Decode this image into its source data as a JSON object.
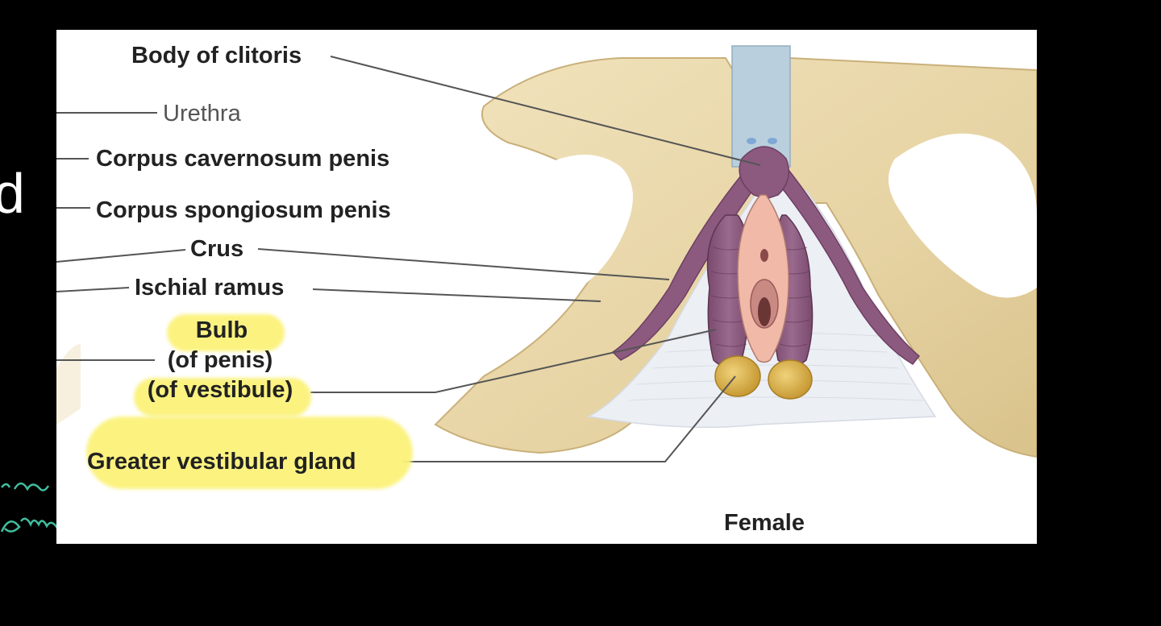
{
  "labels": {
    "body_of_clitoris": "Body of clitoris",
    "urethra": "Urethra",
    "corpus_cavernosum": "Corpus cavernosum penis",
    "corpus_spongiosum": "Corpus spongiosum penis",
    "crus": "Crus",
    "ischial_ramus": "Ischial ramus",
    "bulb": "Bulb",
    "of_penis": "(of penis)",
    "of_vestibule": "(of vestibule)",
    "greater_vestibular_gland": "Greater vestibular gland",
    "female": "Female"
  },
  "colors": {
    "bone": "#e6d3a3",
    "erectile_tissue": "#8c5a7f",
    "membrane": "#eceff4",
    "urethra": "#b9cfdd",
    "gland": "#d8b24a",
    "highlight": "#fbf27a",
    "ink_annotation": "#3fbf9f"
  },
  "left_margin": {
    "cut_letter": "d"
  }
}
